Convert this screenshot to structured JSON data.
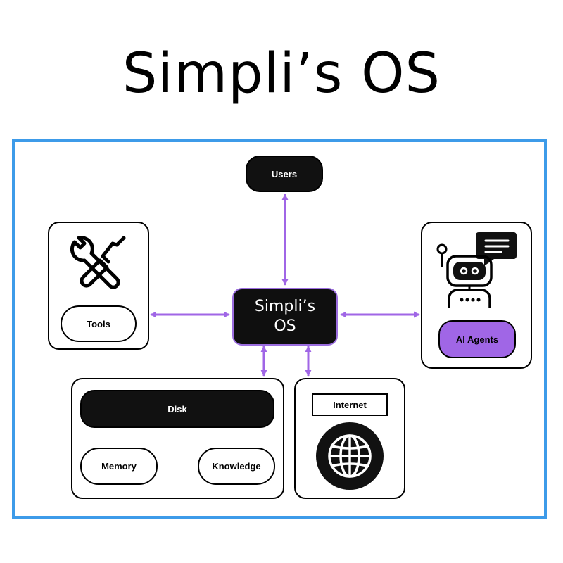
{
  "title": "Simpli’s OS",
  "center": {
    "line1": "Simpli’s",
    "line2": "OS"
  },
  "nodes": {
    "users": "Users",
    "tools": "Tools",
    "ai_agents": "AI Agents",
    "disk": "Disk",
    "memory": "Memory",
    "knowledge": "Knowledge",
    "internet": "Internet"
  },
  "icons": {
    "tools": "wrench-screwdriver-icon",
    "agent": "robot-chat-icon",
    "internet": "globe-icon"
  },
  "colors": {
    "frame": "#3d9be9",
    "arrow": "#a066e6",
    "ai_agents_fill": "#a066e6",
    "dark": "#111111"
  }
}
